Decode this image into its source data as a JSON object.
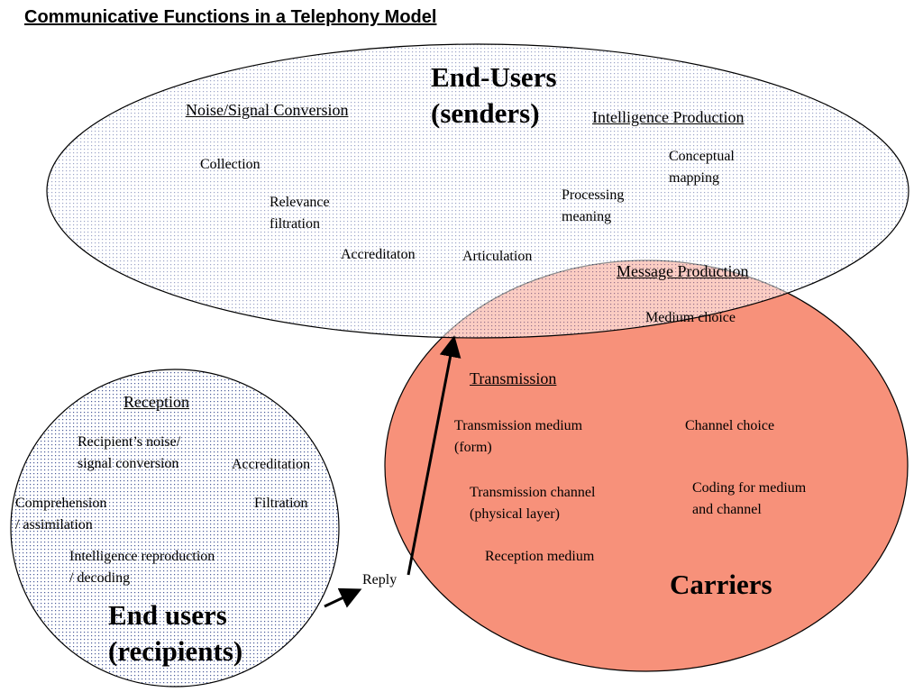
{
  "title": "Communicative Functions in a Telephony Model",
  "senders": {
    "title": "End-Users\n(senders)",
    "noise_signal_conversion": "Noise/Signal Conversion",
    "collection": "Collection",
    "relevance_filtration": "Relevance\nfiltration",
    "accreditation": "Accreditaton",
    "articulation": "Articulation",
    "intelligence_production": "Intelligence Production",
    "conceptual_mapping": "Conceptual\nmapping",
    "processing_meaning": "Processing\nmeaning"
  },
  "carriers": {
    "title": "Carriers",
    "message_production": "Message Production",
    "medium_choice": "Medium choice",
    "transmission": "Transmission",
    "transmission_medium": "Transmission medium\n(form)",
    "channel_choice": "Channel choice",
    "transmission_channel": "Transmission channel\n(physical layer)",
    "coding": "Coding for medium\nand channel",
    "reception_medium": "Reception medium"
  },
  "recipients": {
    "title": "End users\n(recipients)",
    "reception": "Reception",
    "noise_signal_conversion": "Recipient’s noise/\nsignal conversion",
    "accreditation": "Accreditation",
    "comprehension": "Comprehension\n/ assimilation",
    "filtration": "Filtration",
    "intelligence_reproduction": "Intelligence reproduction\n/ decoding"
  },
  "reply": "Reply",
  "colors": {
    "carriers_fill": "#f7917a",
    "dot_pattern": "#4a5a9a",
    "outline": "#000000"
  }
}
